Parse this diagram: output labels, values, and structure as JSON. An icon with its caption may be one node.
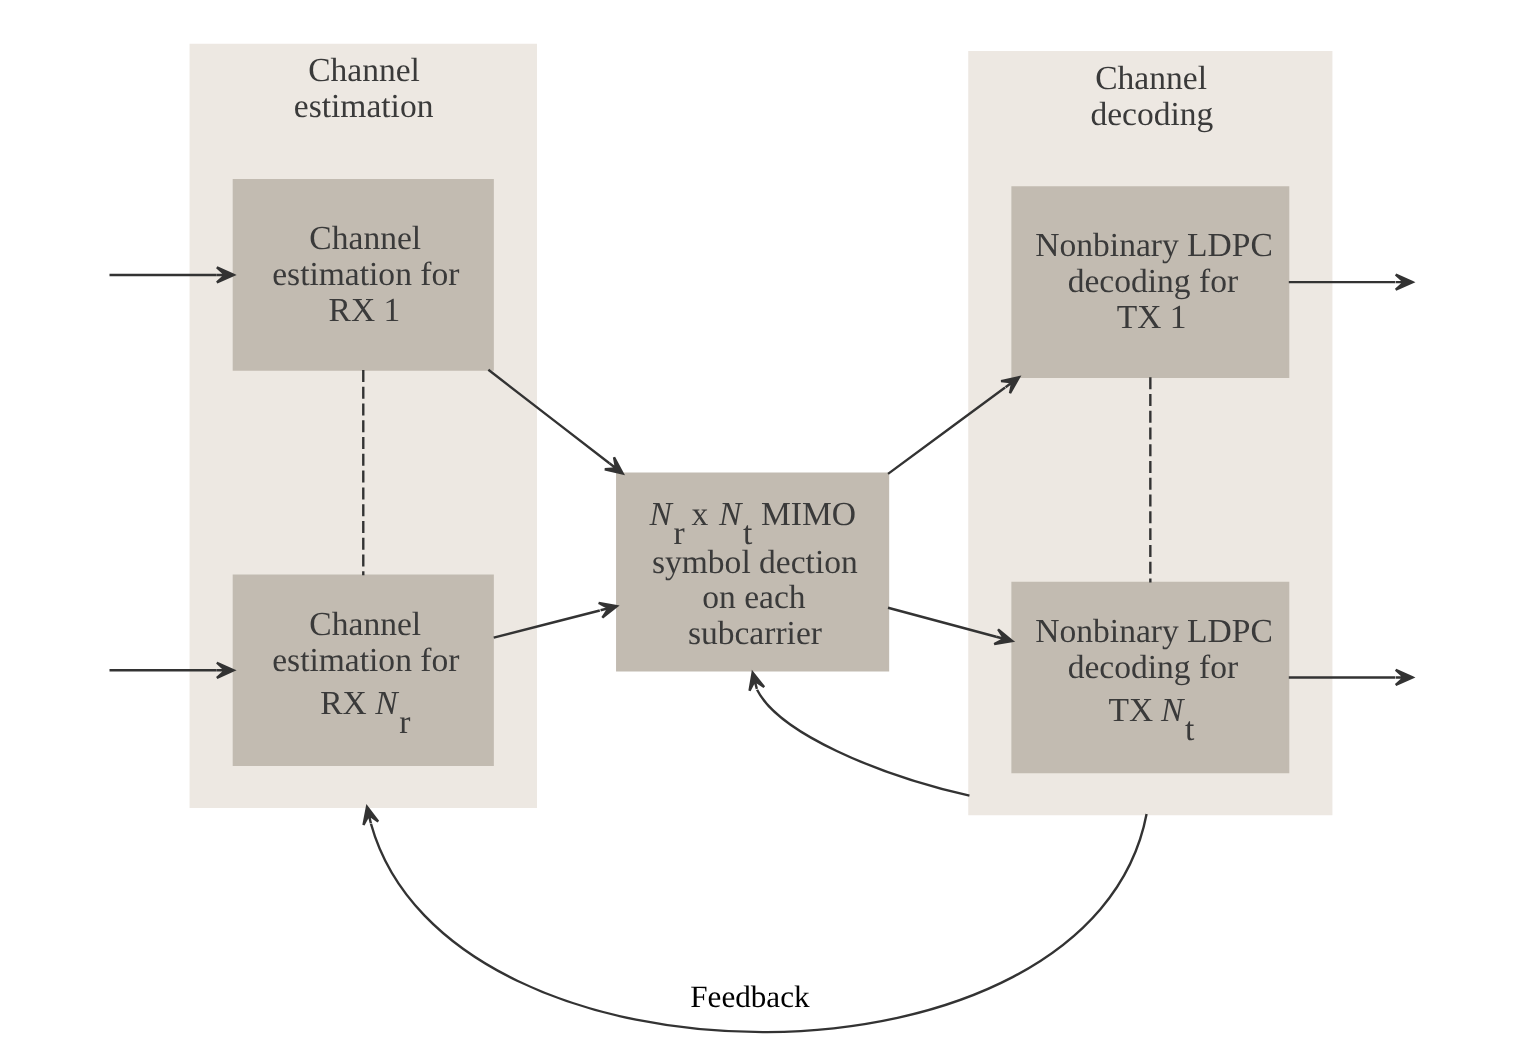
{
  "diagram": {
    "nodes": [
      {
        "text": [
          "Channel estimation"
        ]
      },
      {
        "text": [
          "Channel estimation for RX 1"
        ],
        "in": 0
      },
      {
        "text": [
          "Channel estimation for RX *N*$_{r}$"
        ],
        "in": 0
      },
      {
        "text": [
          "*N*$_{r}$ x *N*$_{t}$ MIMO symbol dection on each subcarrier"
        ]
      },
      {
        "text": [
          "Channel decoding"
        ]
      },
      {
        "text": [
          "Nonbinary LDPC decoding for TX 1"
        ],
        "in": 4
      },
      {
        "text": [
          "Nonbinary LDPC decoding for TX *N*$_{t}$"
        ],
        "in": 4
      }
    ],
    "edges": [
      {
        "from": null,
        "to": 1,
        "arrow": "to"
      },
      {
        "from": null,
        "to": 2,
        "arrow": "to"
      },
      {
        "from": 1,
        "to": 2,
        "arrow": "none",
        "style": "dashed"
      },
      {
        "from": 1,
        "to": 3,
        "arrow": "to"
      },
      {
        "from": 2,
        "to": 3,
        "arrow": "to"
      },
      {
        "from": 3,
        "to": 5,
        "arrow": "to"
      },
      {
        "from": 3,
        "to": 6,
        "arrow": "to"
      },
      {
        "from": 5,
        "to": 6,
        "arrow": "none",
        "style": "dashed"
      },
      {
        "from": 5,
        "to": null,
        "arrow": "to"
      },
      {
        "from": 6,
        "to": null,
        "arrow": "to"
      },
      {
        "from": 4,
        "to": 3,
        "arrow": "to"
      },
      {
        "from": 4,
        "to": 0,
        "arrow": "to",
        "label": "Feedback"
      }
    ]
  }
}
